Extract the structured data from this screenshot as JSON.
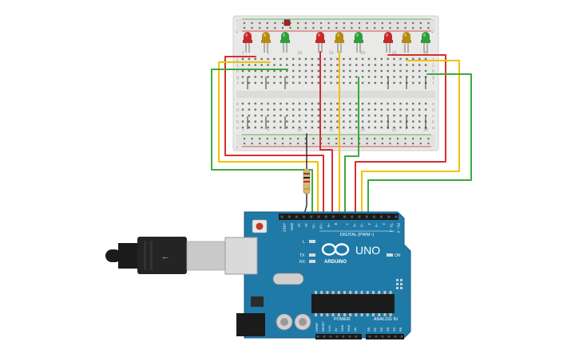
{
  "breadboard": {
    "rail_plus": "+",
    "rail_minus": "-",
    "row_letters_top": [
      "j",
      "i",
      "h",
      "g",
      "f"
    ],
    "row_letters_bottom": [
      "e",
      "d",
      "c",
      "b",
      "a"
    ],
    "column_numbers": [
      "1",
      "5",
      "10",
      "15",
      "20",
      "25",
      "30"
    ]
  },
  "leds": [
    {
      "color": "#c62828",
      "name": "red"
    },
    {
      "color": "#b58b12",
      "name": "yellow"
    },
    {
      "color": "#2e9e3a",
      "name": "green"
    },
    {
      "color": "#c62828",
      "name": "red"
    },
    {
      "color": "#b58b12",
      "name": "yellow"
    },
    {
      "color": "#2e9e3a",
      "name": "green"
    },
    {
      "color": "#c62828",
      "name": "red"
    },
    {
      "color": "#b58b12",
      "name": "yellow"
    },
    {
      "color": "#2e9e3a",
      "name": "green"
    }
  ],
  "wire_colors": {
    "red": "#d32f2f",
    "yellow": "#f2c200",
    "green": "#3daa3d",
    "black": "#222222"
  },
  "arduino": {
    "brand": "ARDUINO",
    "model": "UNO",
    "digital_label": "DIGITAL (PWM~)",
    "digital_pins": [
      "AREF",
      "GND",
      "13",
      "12",
      "~11",
      "~10",
      "~9",
      "8",
      "7",
      "~6",
      "~5",
      "4",
      "~3",
      "2",
      "TX→1",
      "RX←0"
    ],
    "power_label": "POWER",
    "power_pins": [
      "IOREF",
      "RESET",
      "3.3V",
      "5V",
      "GND",
      "GND",
      "Vin"
    ],
    "analog_label": "ANALOG IN",
    "analog_pins": [
      "A0",
      "A1",
      "A2",
      "A3",
      "A4",
      "A5"
    ],
    "led_l": "L",
    "led_tx": "TX",
    "led_rx": "RX",
    "led_on": "ON",
    "color": "#1f7aa8"
  }
}
